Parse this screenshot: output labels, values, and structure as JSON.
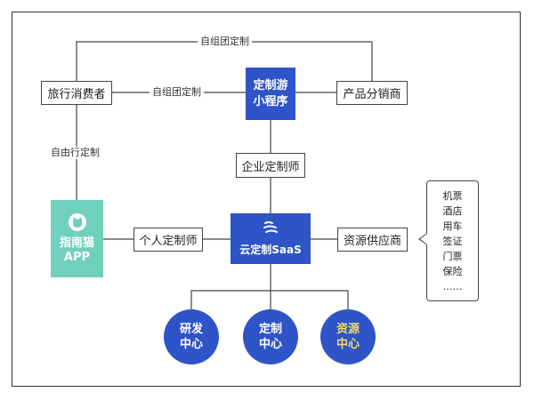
{
  "colors": {
    "primary_blue": "#2f54c8",
    "teal": "#6fd0bc",
    "highlight_yellow": "#f5d76e",
    "line": "#444444"
  },
  "nodes": {
    "traveler": "旅行消费者",
    "mini_program": [
      "定制游",
      "小程序"
    ],
    "distributor": "产品分销商",
    "enterprise_planner": "企业定制师",
    "app": [
      "指南猫",
      "APP"
    ],
    "personal_planner": "个人定制师",
    "saas": "云定制SaaS",
    "supplier": "资源供应商",
    "centers": [
      [
        "研发",
        "中心"
      ],
      [
        "定制",
        "中心"
      ],
      [
        "资源",
        "中心"
      ]
    ]
  },
  "edge_labels": {
    "top_loop": "自组团定制",
    "traveler_to_mini": "自组团定制",
    "traveler_to_app": "自由行定制"
  },
  "resources": [
    "机票",
    "酒店",
    "用车",
    "签证",
    "门票",
    "保险",
    "……"
  ],
  "icons": {
    "app": "cat-face-icon",
    "saas": "cloud-wave-icon"
  }
}
